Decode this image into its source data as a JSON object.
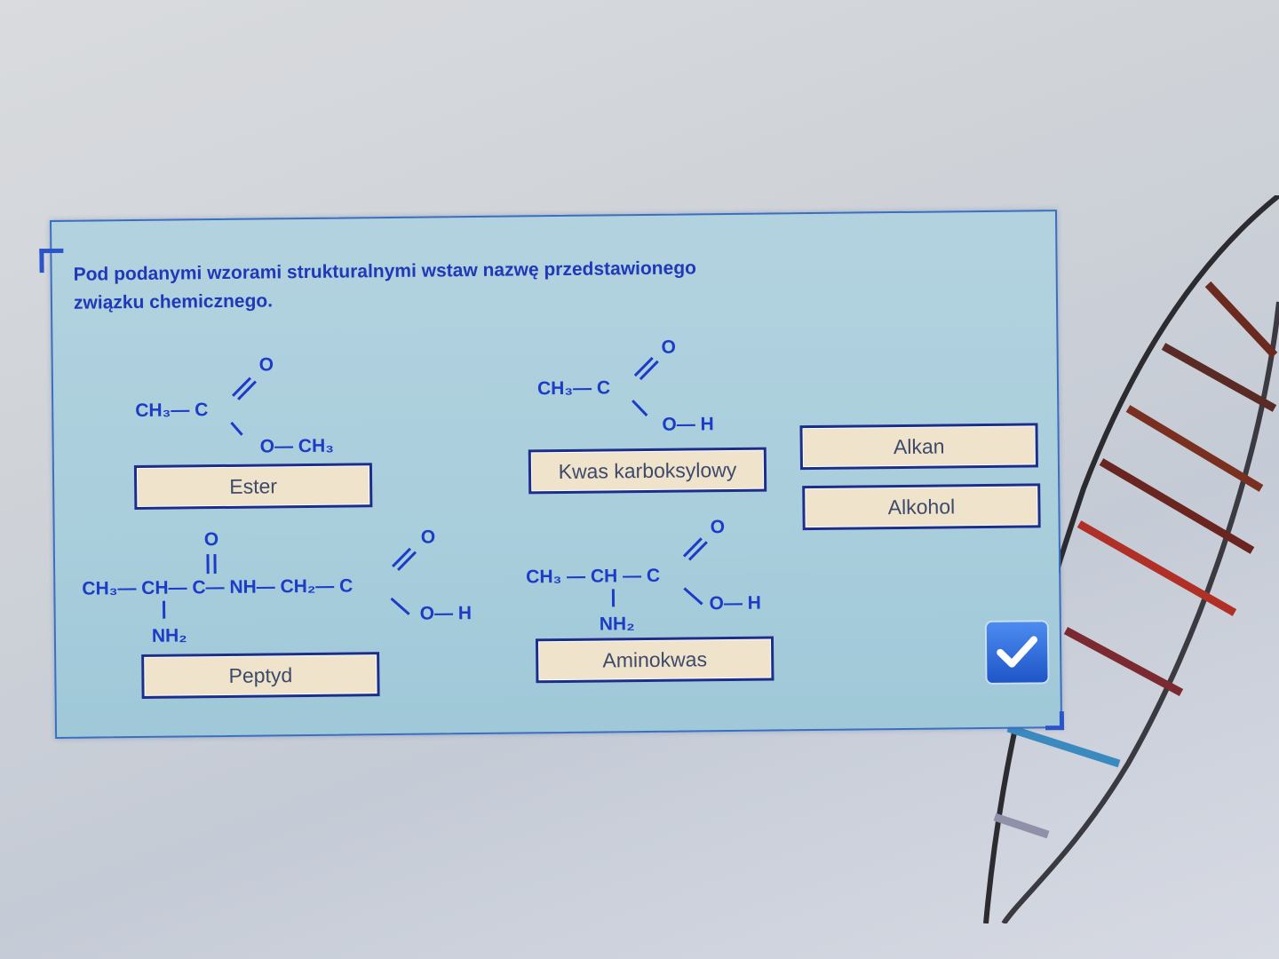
{
  "instruction": "Pod podanymi wzorami strukturalnymi wstaw nazwę przedstawionego związku chemicznego.",
  "formulas": {
    "ester": {
      "ch3": "CH₃— C",
      "o_top": "O",
      "o_ch3": "O— CH₃"
    },
    "acid": {
      "ch3": "CH₃— C",
      "o_top": "O",
      "oh": "O— H"
    },
    "peptide": {
      "chain": "CH₃— CH— C— NH— CH₂— C",
      "o_top1": "O",
      "o_top2": "O",
      "nh2": "NH₂",
      "oh": "O— H"
    },
    "amino": {
      "chain": "CH₃ — CH — C",
      "o_top": "O",
      "nh2": "NH₂",
      "oh": "O— H"
    }
  },
  "placed_answers": [
    "Ester",
    "Kwas karboksylowy",
    "Peptyd",
    "Aminokwas"
  ],
  "remaining_answers": [
    "Alkan",
    "Alkohol"
  ],
  "check_icon": "checkmark-icon",
  "colors": {
    "text": "#1c3cc8",
    "panel": "#aacfdc",
    "answer_bg": "#efe3cc"
  }
}
